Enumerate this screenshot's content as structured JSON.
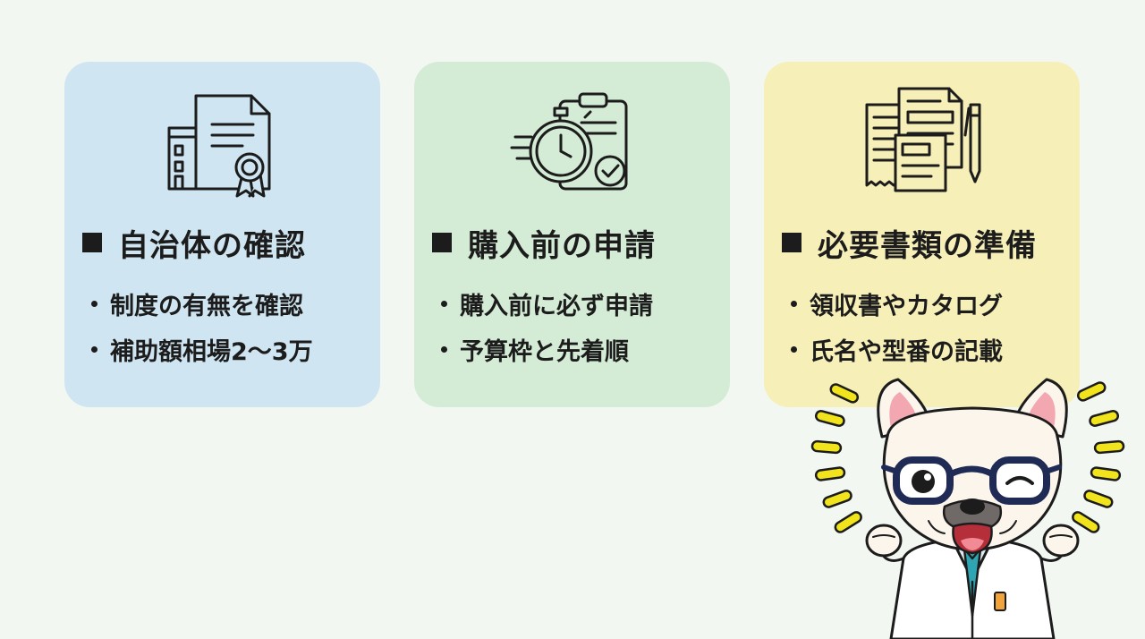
{
  "colors": {
    "background": "#f2f8f1",
    "card_blue": "#cfe6f2",
    "card_green": "#d4ecd6",
    "card_yellow": "#f6efb8",
    "text": "#1c1c1c",
    "accent_yellow": "#f2e41c"
  },
  "cards": [
    {
      "icon": "certificate-document-icon",
      "title": "自治体の確認",
      "bullets": [
        "制度の有無を確認",
        "補助額相場2〜3万"
      ]
    },
    {
      "icon": "stopwatch-clipboard-icon",
      "title": "購入前の申請",
      "bullets": [
        "購入前に必ず申請",
        "予算枠と先着順"
      ]
    },
    {
      "icon": "documents-pen-icon",
      "title": "必要書類の準備",
      "bullets": [
        "領収書やカタログ",
        "氏名や型番の記載"
      ]
    }
  ],
  "mascot": {
    "icon": "french-bulldog-doctor-icon"
  }
}
